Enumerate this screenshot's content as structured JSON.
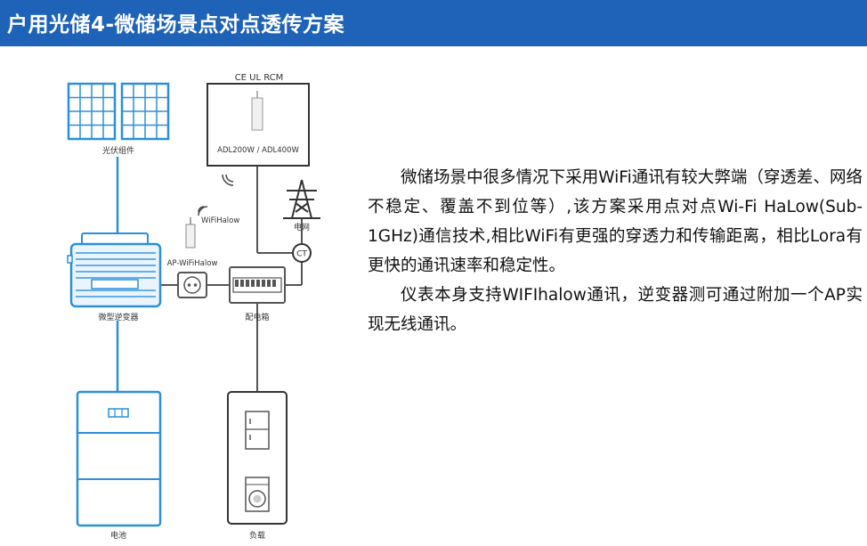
{
  "header": {
    "title": "户用光储4-微储场景点对点透传方案"
  },
  "diagram": {
    "pv_label": "光伏组件",
    "inverter_label": "微型逆变器",
    "battery_label": "电池",
    "meter_certs": "CE  UL  RCM",
    "meter_model": "ADL200W / ADL400W",
    "wifihalow_label": "WiFiHalow",
    "ap_label": "AP-WiFiHalow",
    "grid_label": "电网",
    "ct_label": "CT",
    "distribution_label": "配电箱",
    "load_label": "负载"
  },
  "description": {
    "paragraph1": "微储场景中很多情况下采用WiFi通讯有较大弊端（穿透差、网络不稳定、覆盖不到位等）,该方案采用点对点Wi-Fi HaLow(Sub-1GHz)通信技术,相比WiFi有更强的穿透力和传输距离，相比Lora有更快的通讯速率和稳定性。",
    "paragraph2": "仪表本身支持WIFIhalow通讯，逆变器测可通过附加一个AP实现无线通讯。"
  },
  "colors": {
    "title_bg": "#1f63b8",
    "title_text": "#ffffff",
    "line_blue": "#2c8fd8",
    "device_blue": "#3a97e0",
    "gray_line": "#555555"
  }
}
